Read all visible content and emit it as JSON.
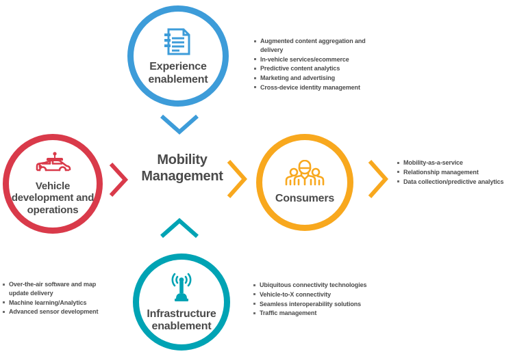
{
  "colors": {
    "blue": "#3d9cd9",
    "red": "#d93a4a",
    "orange": "#f8a81e",
    "teal": "#00a3b4",
    "text": "#4a4a4a",
    "bullet": "#6d6d6d",
    "background": "#ffffff"
  },
  "center": {
    "title": "Mobility Management"
  },
  "nodes": {
    "experience": {
      "label": "Experience enablement",
      "icon": "document-list-icon",
      "color": "#3d9cd9"
    },
    "vehicle": {
      "label": "Vehicle development and operations",
      "icon": "connected-car-icon",
      "color": "#d93a4a"
    },
    "consumers": {
      "label": "Consumers",
      "icon": "people-group-icon",
      "color": "#f8a81e"
    },
    "infrastructure": {
      "label": "Infrastructure enablement",
      "icon": "antenna-tower-icon",
      "color": "#00a3b4"
    }
  },
  "arrows": {
    "top": {
      "icon": "chevron-down-icon",
      "color": "#3d9cd9"
    },
    "left": {
      "icon": "chevron-right-icon",
      "color": "#d93a4a"
    },
    "right": {
      "icon": "chevron-right-icon",
      "color": "#f8a81e"
    },
    "far_right": {
      "icon": "chevron-right-icon",
      "color": "#f8a81e"
    },
    "bottom": {
      "icon": "chevron-up-icon",
      "color": "#00a3b4"
    }
  },
  "bullets": {
    "experience": [
      "Augmented content aggregation and delivery",
      "In-vehicle services/ecommerce",
      "Predictive content analytics",
      "Marketing and advertising",
      "Cross-device identity management"
    ],
    "consumers": [
      "Mobility-as-a-service",
      "Relationship management",
      "Data collection/predictive analytics"
    ],
    "infrastructure": [
      "Ubiquitous connectivity technologies",
      "Vehicle-to-X connectivity",
      "Seamless interoperability solutions",
      "Traffic management"
    ],
    "vehicle": [
      "Over-the-air software and map update delivery",
      "Machine learning/Analytics",
      "Advanced sensor development"
    ]
  }
}
